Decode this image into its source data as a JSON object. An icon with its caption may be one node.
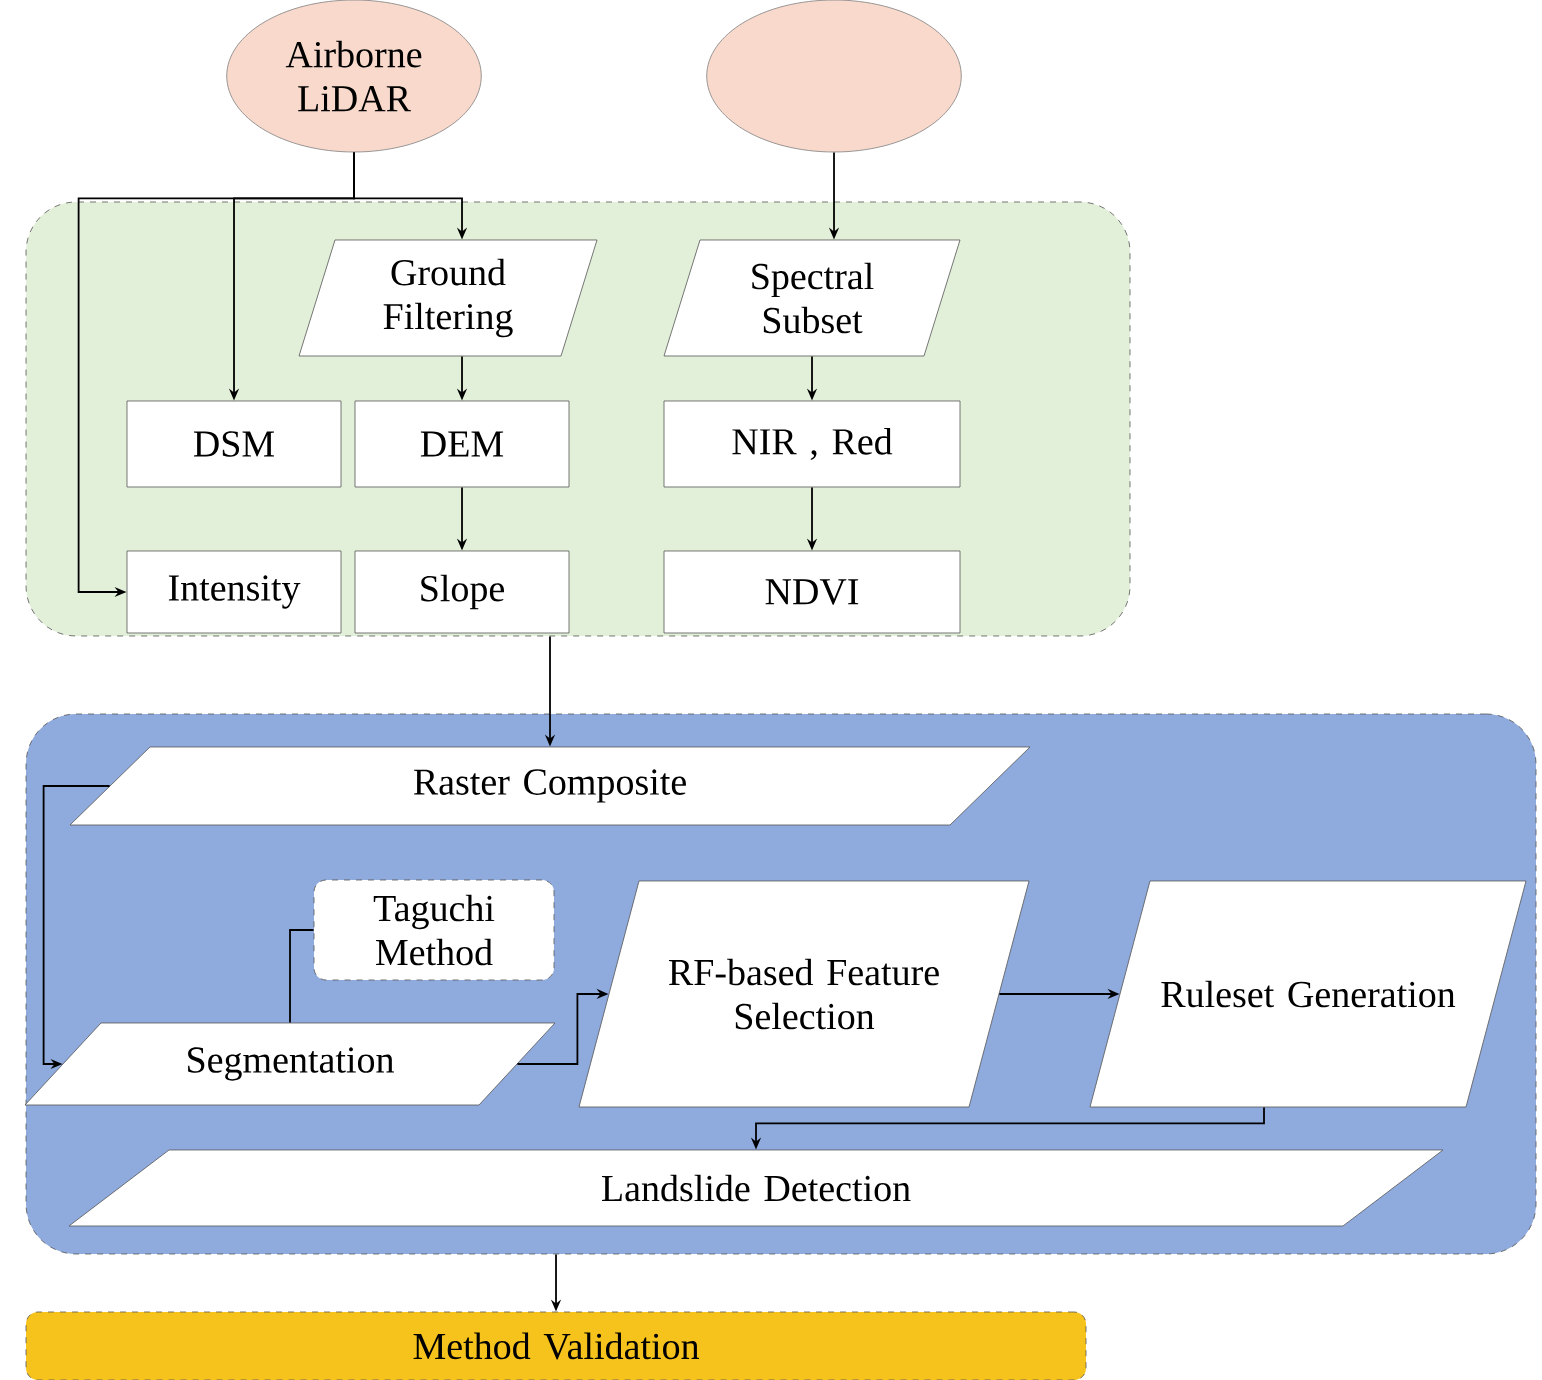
{
  "diagram": {
    "nodes": [
      {
        "text": [
          "Airborne LiDAR"
        ]
      },
      {
        "text": [],
        "shape": "ellipse"
      },
      {
        "text": [],
        "shape": "box"
      },
      {
        "text": [
          "Ground Filtering"
        ],
        "in": 2
      },
      {
        "text": [
          "Spectral Subset"
        ],
        "in": 2
      },
      {
        "text": [
          "DSM"
        ],
        "in": 2
      },
      {
        "text": [
          "DEM"
        ],
        "in": 2
      },
      {
        "text": [
          "NIR , Red"
        ],
        "in": 2
      },
      {
        "text": [
          "Intensity"
        ],
        "in": 2
      },
      {
        "text": [
          "Slope"
        ],
        "in": 2
      },
      {
        "text": [
          "NDVI"
        ],
        "in": 2
      },
      {
        "text": [],
        "shape": "box"
      },
      {
        "text": [
          "Raster Composite"
        ],
        "in": 11
      },
      {
        "text": [
          "Taguchi Method"
        ],
        "in": 11
      },
      {
        "text": [
          "RF-based Feature Selection"
        ],
        "in": 11
      },
      {
        "text": [
          "Ruleset Generation"
        ],
        "in": 11
      },
      {
        "text": [
          "Segmentation"
        ],
        "in": 11
      },
      {
        "text": [
          "Landslide Detection"
        ],
        "in": 11
      },
      {
        "text": [
          "Method Validation"
        ]
      }
    ],
    "edges": [
      {
        "from": 0,
        "to": 8,
        "arrow": "to"
      },
      {
        "from": 0,
        "to": 5,
        "arrow": "to"
      },
      {
        "from": 0,
        "to": 3,
        "arrow": "to"
      },
      {
        "from": 1,
        "to": 4,
        "arrow": "to"
      },
      {
        "from": 3,
        "to": 6,
        "arrow": "to"
      },
      {
        "from": 6,
        "to": 9,
        "arrow": "to"
      },
      {
        "from": 4,
        "to": 7,
        "arrow": "to"
      },
      {
        "from": 7,
        "to": 10,
        "arrow": "to"
      },
      {
        "from": 2,
        "to": 12,
        "arrow": "to"
      },
      {
        "from": 12,
        "to": 16,
        "arrow": "to"
      },
      {
        "from": 13,
        "to": 16,
        "arrow": "none"
      },
      {
        "from": 16,
        "to": 14,
        "arrow": "to"
      },
      {
        "from": 14,
        "to": 15,
        "arrow": "to"
      },
      {
        "from": 15,
        "to": 17,
        "arrow": "to"
      },
      {
        "from": 11,
        "to": 18,
        "arrow": "to"
      }
    ]
  }
}
